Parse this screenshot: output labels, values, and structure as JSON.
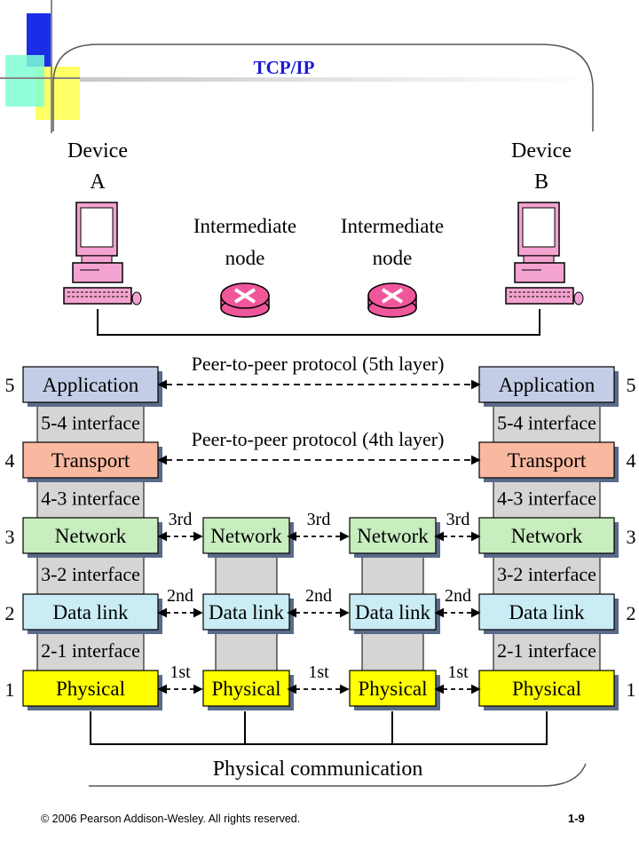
{
  "slide": {
    "title": "TCP/IP",
    "copyright": "© 2006 Pearson Addison-Wesley. All rights reserved.",
    "page_number": "1-9"
  },
  "devices": {
    "a_line1": "Device",
    "a_line2": "A",
    "b_line1": "Device",
    "b_line2": "B"
  },
  "nodes": {
    "left_line1": "Intermediate",
    "left_line2": "node",
    "right_line1": "Intermediate",
    "right_line2": "node"
  },
  "peer_labels": {
    "layer5": "Peer-to-peer protocol (5th layer)",
    "layer4": "Peer-to-peer protocol (4th layer)"
  },
  "layer_numbers": [
    "5",
    "4",
    "3",
    "2",
    "1"
  ],
  "layers": {
    "application": "Application",
    "transport": "Transport",
    "network": "Network",
    "data_link": "Data link",
    "physical": "Physical"
  },
  "interfaces": {
    "i54": "5-4 interface",
    "i43": "4-3 interface",
    "i32": "3-2 interface",
    "i21": "2-1 interface"
  },
  "hop_labels": {
    "third": "3rd",
    "second": "2nd",
    "first": "1st"
  },
  "bottom_label": "Physical communication",
  "colors": {
    "application": "#c3cde6",
    "transport": "#f9b9a0",
    "network": "#c8edbf",
    "data_link": "#c9ecf5",
    "physical": "#ffff00",
    "interface": "#d5d5d5",
    "title": "#1a1ad6",
    "computer": "#f4a3d0",
    "router": "#f0569a"
  }
}
